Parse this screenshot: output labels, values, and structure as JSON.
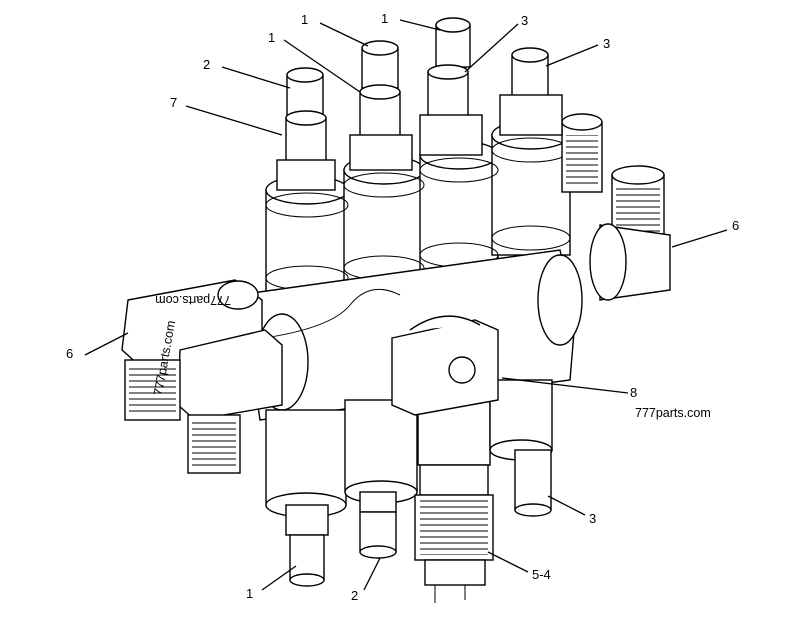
{
  "callouts": [
    {
      "id": "c1a",
      "label": "1"
    },
    {
      "id": "c1b",
      "label": "1"
    },
    {
      "id": "c1c",
      "label": "1"
    },
    {
      "id": "c1d",
      "label": "1"
    },
    {
      "id": "c2a",
      "label": "2"
    },
    {
      "id": "c2b",
      "label": "2"
    },
    {
      "id": "c3a",
      "label": "3"
    },
    {
      "id": "c3b",
      "label": "3"
    },
    {
      "id": "c3c",
      "label": "3"
    },
    {
      "id": "c7",
      "label": "7"
    },
    {
      "id": "c6a",
      "label": "6"
    },
    {
      "id": "c6b",
      "label": "6"
    },
    {
      "id": "c8",
      "label": "8"
    },
    {
      "id": "c54",
      "label": "5-4"
    }
  ],
  "watermarks": [
    {
      "id": "wm1",
      "text": "777parts.com"
    },
    {
      "id": "wm2",
      "text": "777parts.com"
    },
    {
      "id": "wm3",
      "text": "777parts.com"
    }
  ],
  "colors": {
    "line": "#000000",
    "background": "#ffffff"
  }
}
